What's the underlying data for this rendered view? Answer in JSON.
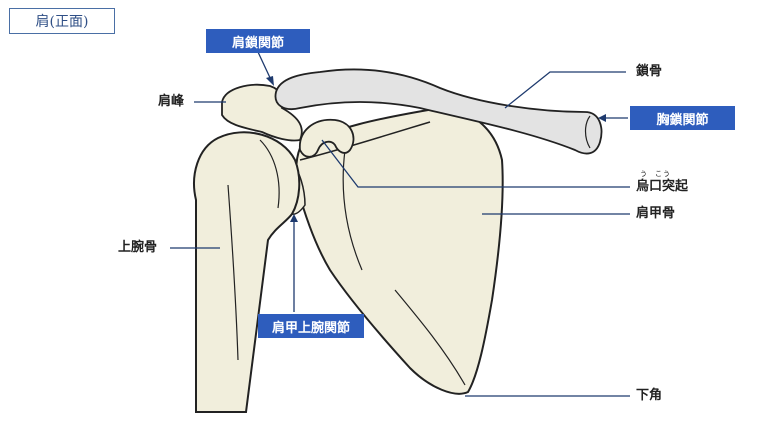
{
  "title": "肩(正面)",
  "labels": {
    "acromioclavicular_joint": "肩鎖関節",
    "clavicle": "鎖骨",
    "acromion": "肩峰",
    "sternoclavicular_joint": "胸鎖関節",
    "coracoid_process": "烏口突起",
    "coracoid_reading_1": "う",
    "coracoid_reading_2": "こう",
    "scapula": "肩甲骨",
    "humerus": "上腕骨",
    "glenohumeral_joint": "肩甲上腕関節",
    "inferior_angle": "下角"
  },
  "colors": {
    "bone": "#f1eedc",
    "clavicle_bone": "#e3e3e3",
    "outline": "#222222",
    "badge": "#2e5dbd",
    "leader": "#1e3a6e"
  }
}
